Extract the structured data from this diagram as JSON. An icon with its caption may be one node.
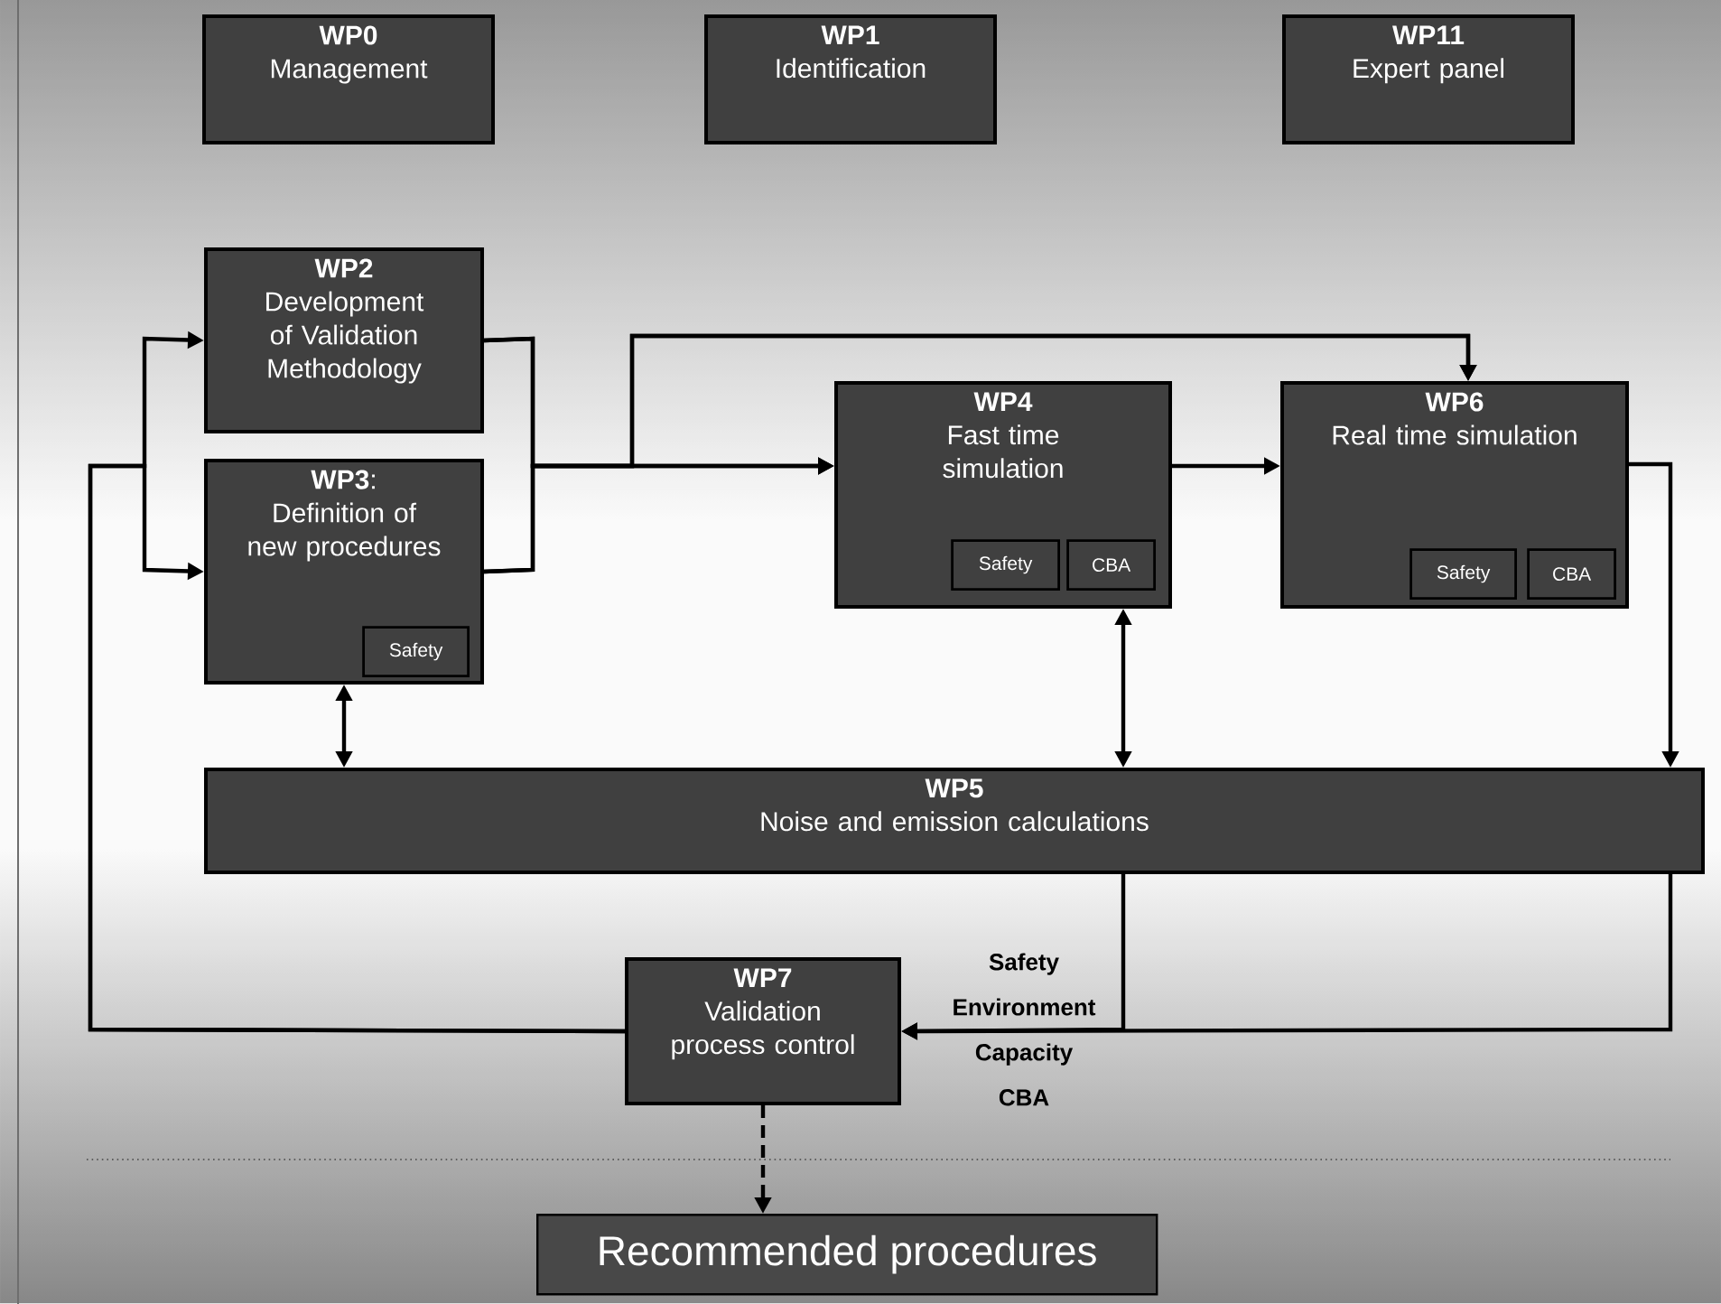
{
  "diagram": {
    "nodes": [
      {
        "text": [
          "WP0",
          "Management"
        ]
      },
      {
        "text": [
          "WP1",
          "Identification"
        ]
      },
      {
        "text": [
          "WP11",
          "Expert panel"
        ]
      },
      {
        "text": [
          "WP2",
          "Development of Validation Methodology"
        ]
      },
      {
        "text": [
          "**WP3**:",
          "Definition of new procedures"
        ]
      },
      {
        "text": [
          "Safety"
        ],
        "in": 4
      },
      {
        "text": [
          "WP4",
          "Fast time simulation"
        ]
      },
      {
        "text": [
          "Safety"
        ],
        "in": 6
      },
      {
        "text": [
          "CBA"
        ],
        "in": 6
      },
      {
        "text": [
          "WP6",
          "Real time simulation"
        ]
      },
      {
        "text": [
          "Safety"
        ],
        "in": 9
      },
      {
        "text": [
          "CBA"
        ],
        "in": 9
      },
      {
        "text": [
          "WP5",
          "Noise and emission calculations"
        ]
      },
      {
        "text": [
          "WP7",
          "Validation process control"
        ]
      },
      {
        "text": [
          "Recommended procedures"
        ]
      }
    ],
    "edges": [
      {
        "from": 13,
        "to": 3,
        "arrow": "to"
      },
      {
        "from": 13,
        "to": 4,
        "arrow": "to"
      },
      {
        "from": 3,
        "to": 6,
        "arrow": "to"
      },
      {
        "from": 4,
        "to": 6,
        "arrow": "to"
      },
      {
        "from": 3,
        "to": 9,
        "arrow": "to"
      },
      {
        "from": 4,
        "to": 9,
        "arrow": "to"
      },
      {
        "from": 6,
        "to": 9,
        "arrow": "to"
      },
      {
        "from": 4,
        "to": 12,
        "arrow": "both"
      },
      {
        "from": 6,
        "to": 12,
        "arrow": "both"
      },
      {
        "from": 9,
        "to": 12,
        "arrow": "to"
      },
      {
        "from": 12,
        "to": 13,
        "arrow": "to",
        "label": "Safety Environment Capacity CBA"
      },
      {
        "from": 12,
        "to": 13,
        "arrow": "to"
      },
      {
        "from": 13,
        "to": 14,
        "arrow": "to",
        "style": "dashed"
      }
    ]
  }
}
